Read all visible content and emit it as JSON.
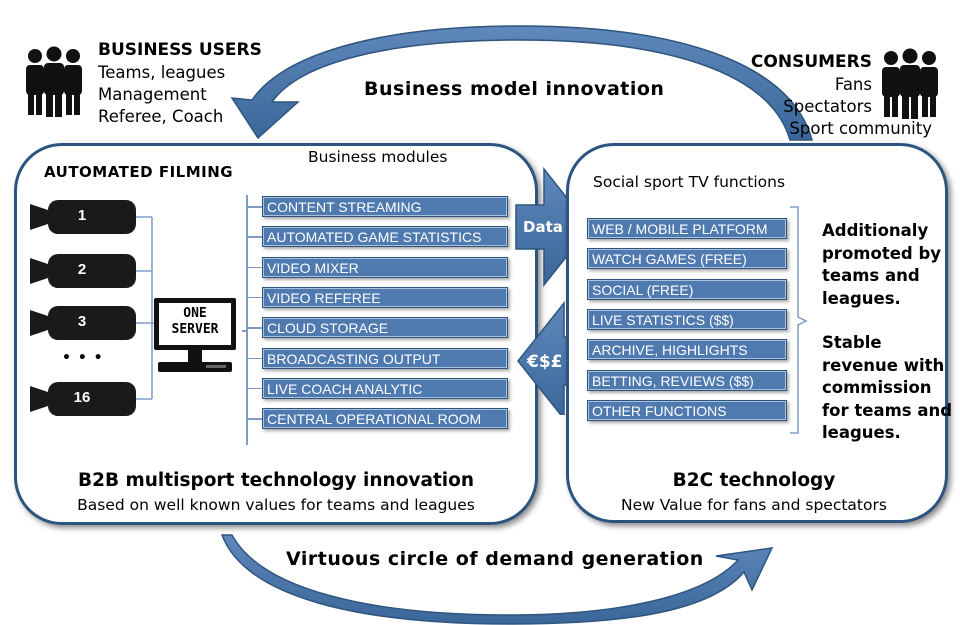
{
  "business_users": {
    "title": "BUSINESS USERS",
    "lines": [
      "Teams, leagues",
      "Management",
      "Referee, Coach"
    ]
  },
  "consumers": {
    "title": "CONSUMERS",
    "lines": [
      "Fans",
      "Spectators",
      "Sport community"
    ]
  },
  "top_arrow_label": "Business model innovation",
  "bottom_arrow_label": "Virtuous circle of demand generation",
  "left_panel": {
    "automated_filming": "AUTOMATED FILMING",
    "modules_title": "Business modules",
    "cameras": [
      "1",
      "2",
      "3",
      "16"
    ],
    "ellipsis": "• • •",
    "server_label_1": "ONE",
    "server_label_2": "SERVER",
    "modules": [
      "CONTENT STREAMING",
      "AUTOMATED GAME STATISTICS",
      "VIDEO MIXER",
      "VIDEO REFEREE",
      "CLOUD STORAGE",
      "BROADCASTING OUTPUT",
      "LIVE COACH ANALYTIC",
      "CENTRAL OPERATIONAL ROOM"
    ],
    "title": "B2B multisport technology innovation",
    "subtitle": "Based on well known values for teams and leagues"
  },
  "data_arrow_label": "Data",
  "money_arrow_label": "€$£",
  "right_panel": {
    "functions_title": "Social sport TV functions",
    "functions": [
      "WEB / MOBILE PLATFORM",
      "WATCH GAMES (FREE)",
      "SOCIAL (FREE)",
      "LIVE STATISTICS ($$)",
      "ARCHIVE, HIGHLIGHTS",
      "BETTING, REVIEWS ($$)",
      "OTHER FUNCTIONS"
    ],
    "note_1": [
      "Additionaly",
      "promoted by",
      "teams and",
      "leagues."
    ],
    "note_2": [
      "Stable",
      "revenue with",
      "commission",
      "for teams and",
      "leagues."
    ],
    "title": "B2C technology",
    "subtitle": "New Value for fans and spectators"
  },
  "colors": {
    "panel_border": "#2c5480",
    "module_fill": "#4f7ab0",
    "arrow_fill": "#4a76ad",
    "arrow_dark": "#2f557f"
  }
}
